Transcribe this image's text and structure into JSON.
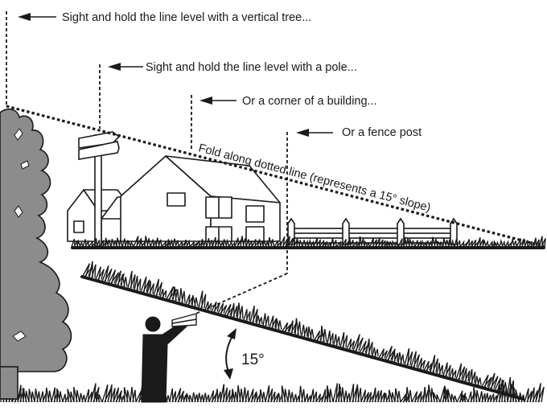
{
  "labels": {
    "tree": "Sight and hold the line level with a vertical tree...",
    "pole": "Sight and hold the line level with a pole...",
    "building": "Or a corner of a building...",
    "fence": "Or a fence post",
    "fold": "Fold along dotted line (represents a 15° slope)",
    "angle": "15°"
  },
  "colors": {
    "ink": "#1a1a1a",
    "tree_fill": "#8c8c8c",
    "paper": "#ffffff"
  },
  "icons": [
    "arrow-left-icon",
    "tree-icon",
    "signpost-icon",
    "house-icon",
    "fence-icon",
    "person-icon",
    "line-level-icon",
    "grass-icon",
    "double-arrow-icon"
  ]
}
